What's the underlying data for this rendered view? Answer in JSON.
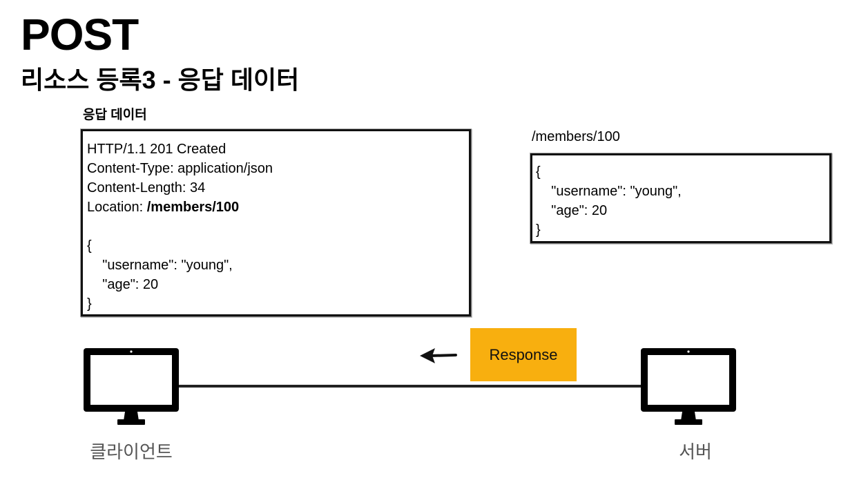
{
  "header": {
    "title": "POST",
    "subtitle": "리소스 등록3 - 응답 데이터"
  },
  "response_panel": {
    "label": "응답 데이터",
    "status_line": "HTTP/1.1 201 Created",
    "content_type": "Content-Type: application/json",
    "content_length": "Content-Length: 34",
    "location_key": "Location: ",
    "location_value": "/members/100",
    "body": [
      "{",
      "    \"username\": \"young\",",
      "    \"age\": 20",
      "}"
    ]
  },
  "resource_panel": {
    "label": "/members/100",
    "body": [
      "{",
      "    \"username\": \"young\",",
      "    \"age\": 20",
      "}"
    ]
  },
  "flow": {
    "response_button": "Response",
    "arrow_icon": "left-arrow-icon",
    "accent_color": "#f8af0f"
  },
  "nodes": {
    "client": {
      "label": "클라이언트",
      "icon": "monitor-icon"
    },
    "server": {
      "label": "서버",
      "icon": "monitor-icon"
    }
  }
}
